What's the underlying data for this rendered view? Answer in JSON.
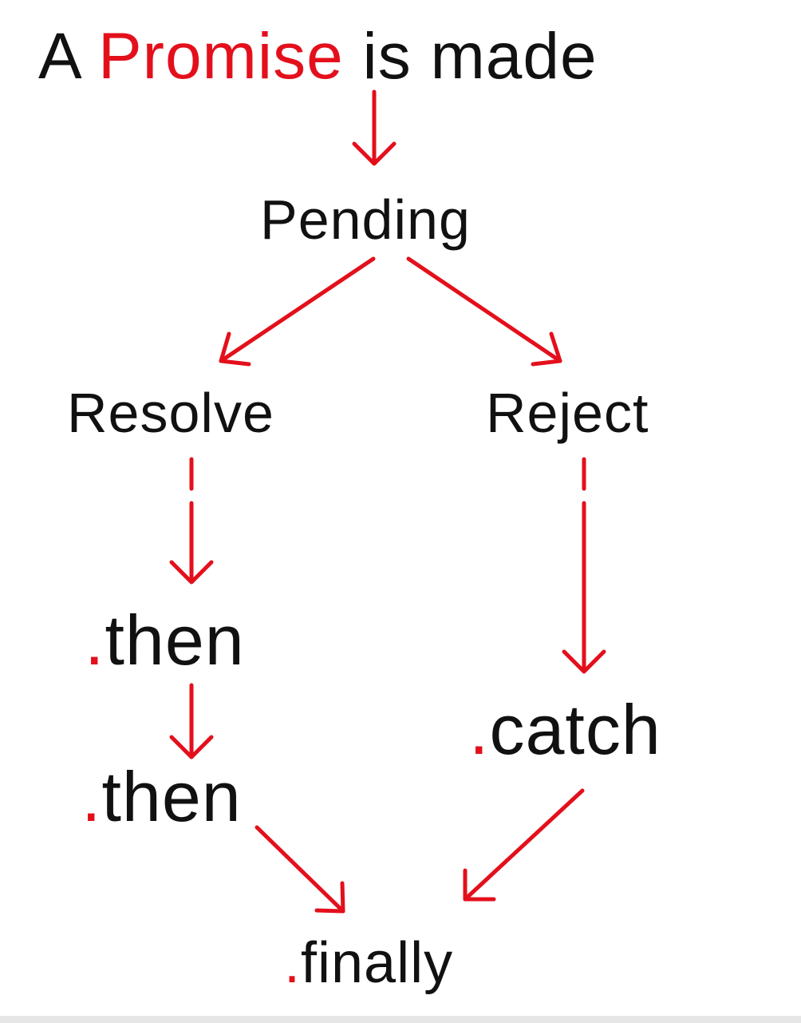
{
  "title": {
    "prefix": "A ",
    "highlight": "Promise",
    "suffix": " is made"
  },
  "nodes": {
    "pending": "Pending",
    "resolve": "Resolve",
    "reject": "Reject",
    "then_first": {
      "dot": ".",
      "text": "then"
    },
    "then_second": {
      "dot": ".",
      "text": "then"
    },
    "catch": {
      "dot": ".",
      "text": "catch"
    },
    "finally": {
      "dot": ".",
      "text": "finally"
    }
  },
  "colors": {
    "accent": "#e3101c",
    "text": "#111111",
    "background": "#ffffff"
  }
}
